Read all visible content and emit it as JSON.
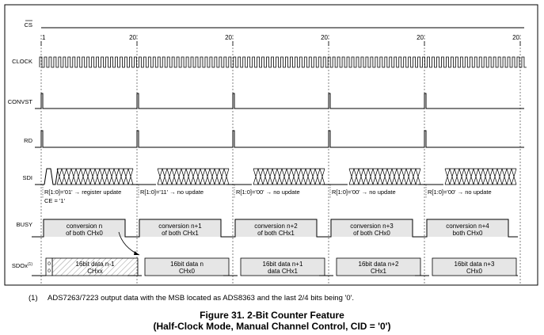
{
  "signals": {
    "cs": "CS",
    "clock": "CLOCK",
    "convst": "CONVST",
    "rd": "RD",
    "sdi": "SDI",
    "busy": "BUSY",
    "sdo_base": "SDOx",
    "sdo_sup": "(1)"
  },
  "tick_start": "1",
  "tick_end": "20",
  "sdi_labels": [
    "R[1:0]='01' → register update",
    "R[1:0]='11' → no update",
    "R[1:0]='00' → no update",
    "R[1:0]='00' → no update",
    "R[1:0]='00' → no update"
  ],
  "ce_label": "CE = '1'",
  "busy_boxes": [
    {
      "line1": "conversion n",
      "line2": "of both CHx0"
    },
    {
      "line1": "conversion n+1",
      "line2": "of both CHx1"
    },
    {
      "line1": "conversion n+2",
      "line2": "of both CHx1"
    },
    {
      "line1": "conversion n+3",
      "line2": "of both CHx0"
    },
    {
      "line1": "conversion n+4",
      "line2": "both CHx0"
    }
  ],
  "sdo_boxes": [
    {
      "line1": "16bit data n-1",
      "line2": "CHxx"
    },
    {
      "line1": "16bit data n",
      "line2": "CHx0"
    },
    {
      "line1": "16bit data n+1",
      "line2": "data CHx1"
    },
    {
      "line1": "16bit data n+2",
      "line2": "CHx1"
    },
    {
      "line1": "16bit data n+3",
      "line2": "CHx0"
    }
  ],
  "counter_bits": [
    "0",
    "0"
  ],
  "footnote": {
    "number": "(1)",
    "text": "ADS7263/7223 output data with the MSB located as ADS8363 and the last 2/4 bits being '0'."
  },
  "caption": {
    "title": "Figure 31.  2-Bit Counter Feature",
    "subtitle": "(Half-Clock Mode, Manual Channel Control, CID = '0')"
  }
}
